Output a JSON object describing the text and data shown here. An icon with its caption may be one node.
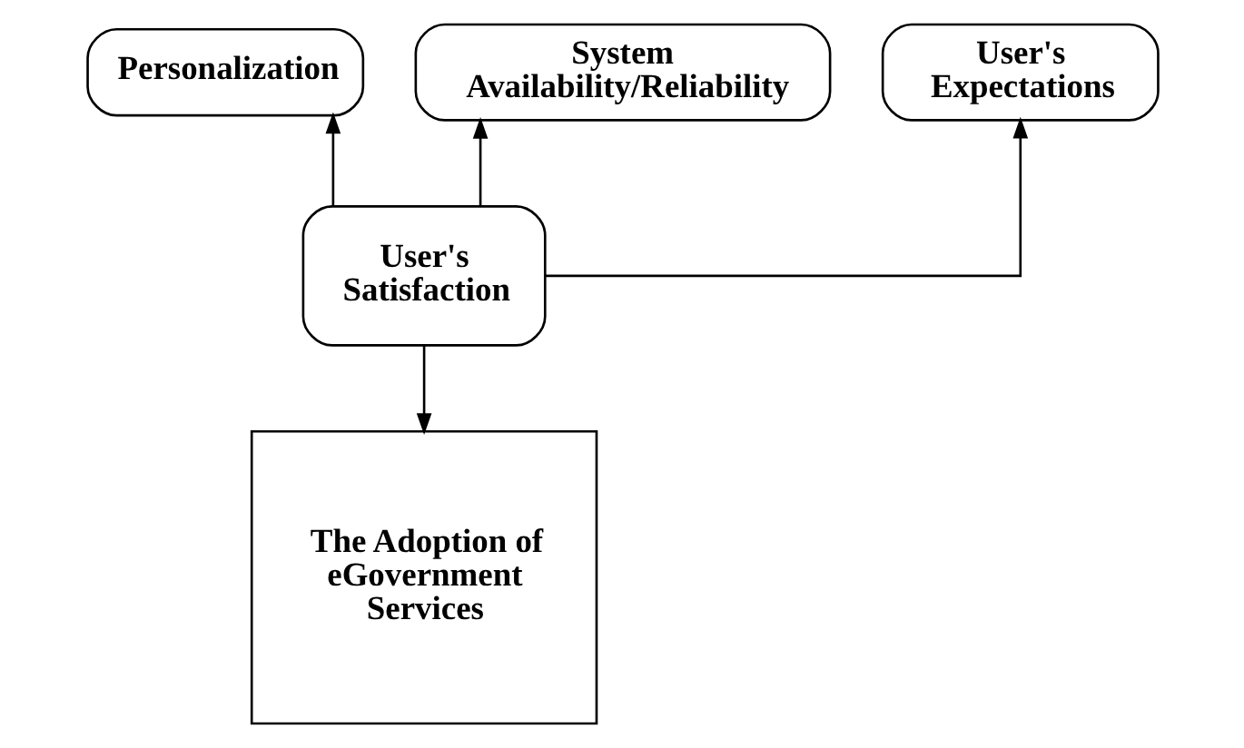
{
  "diagram": {
    "nodes": [
      {
        "text": [
          "Personalization"
        ]
      },
      {
        "text": [
          "System Availability/Reliability"
        ]
      },
      {
        "text": [
          "User's Expectations"
        ]
      },
      {
        "text": [
          "User's Satisfaction"
        ]
      },
      {
        "text": [
          "The Adoption of eGovernment Services"
        ]
      }
    ],
    "edges": [
      {
        "from": 3,
        "to": 0,
        "arrow": "to"
      },
      {
        "from": 3,
        "to": 1,
        "arrow": "to"
      },
      {
        "from": 3,
        "to": 2,
        "arrow": "to"
      },
      {
        "from": 3,
        "to": 4,
        "arrow": "to"
      }
    ]
  }
}
